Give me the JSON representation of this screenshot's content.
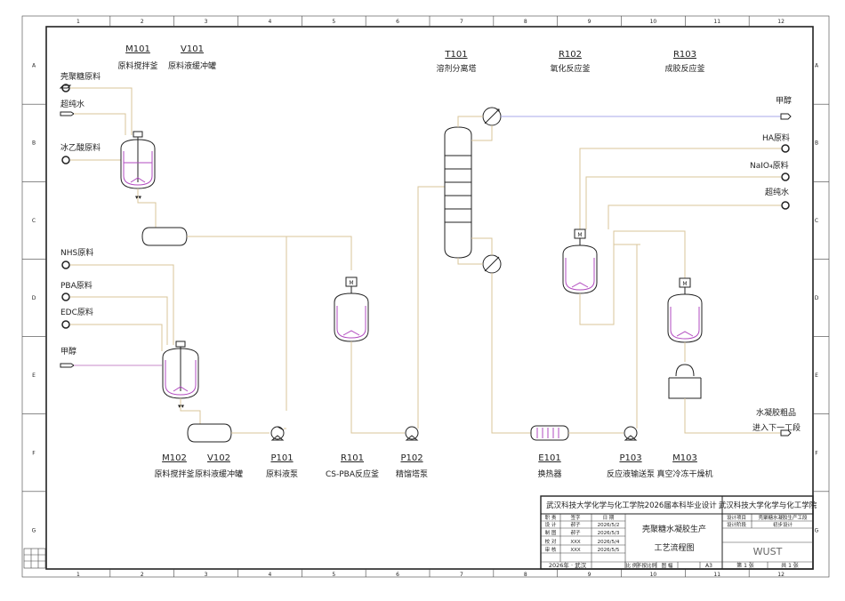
{
  "border": {
    "col_labels": [
      "1",
      "2",
      "3",
      "4",
      "5",
      "6",
      "7",
      "8",
      "9",
      "10",
      "11",
      "12"
    ],
    "row_labels": [
      "A",
      "B",
      "C",
      "D",
      "E",
      "F",
      "G"
    ]
  },
  "equipment": {
    "m101": {
      "tag": "M101",
      "name": "原料搅拌釜"
    },
    "v101": {
      "tag": "V101",
      "name": "原料液缓冲罐"
    },
    "t101": {
      "tag": "T101",
      "name": "溶剂分离塔"
    },
    "r102": {
      "tag": "R102",
      "name": "氧化反应釜"
    },
    "r103": {
      "tag": "R103",
      "name": "成胶反应釜"
    },
    "m102": {
      "tag": "M102",
      "name": "原料搅拌釜"
    },
    "v102": {
      "tag": "V102",
      "name": "原料液缓冲罐"
    },
    "p101": {
      "tag": "P101",
      "name": "原料液泵"
    },
    "r101": {
      "tag": "R101",
      "name": "CS-PBA反应釜"
    },
    "p102": {
      "tag": "P102",
      "name": "精馏塔泵"
    },
    "e101": {
      "tag": "E101",
      "name": "换热器"
    },
    "p103": {
      "tag": "P103",
      "name": "反应液输送泵"
    },
    "m103": {
      "tag": "M103",
      "name": "真空冷冻干燥机"
    }
  },
  "streams": {
    "chitosan": "壳聚糖原料",
    "ultrapure_water_1": "超纯水",
    "acetic_acid": "冰乙酸原料",
    "nhs": "NHS原料",
    "pba": "PBA原料",
    "edc": "EDC原料",
    "methanol_in": "甲醇",
    "methanol_out": "甲醇",
    "ha": "HA原料",
    "naio4": "NaIO₄原料",
    "ultrapure_water_2": "超纯水",
    "product_1": "水凝胶粗品",
    "product_2": "进入下一工段"
  },
  "motor_label": "M",
  "title_block": {
    "school_top": "武汉科技大学化学与化工学院2026届本科毕业设计",
    "school_right": "武汉科技大学化学与化工学院",
    "drawing_name_1": "壳聚糖水凝胶生产",
    "drawing_name_2": "工艺流程图",
    "code": "WUST",
    "row_headers": [
      "职 责",
      "设 计",
      "制 图",
      "校 对",
      "审 核"
    ],
    "col_headers": [
      "签 字",
      "日 期"
    ],
    "signers": [
      "签字",
      "郝子",
      "郝子",
      "XXX",
      "XXX"
    ],
    "dates": [
      "日 期",
      "2026/5/2",
      "2026/5/3",
      "2026/5/4",
      "2026/5/5"
    ],
    "project_label_1": "设计项目",
    "project_label_2": "设计阶段",
    "project_val_1": "壳聚糖水凝胶生产工段",
    "project_val_2": "初步设计",
    "footer": "2026年 · 武汉",
    "scale_label": "比 例",
    "scale_val": "不按比例",
    "size_label": "图 幅",
    "size_val": "A3",
    "sheet": "第 1 张",
    "total": "共 1 张"
  }
}
